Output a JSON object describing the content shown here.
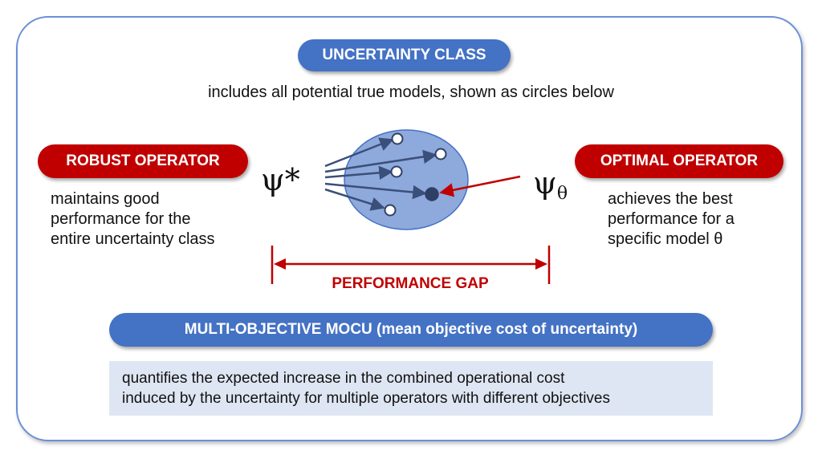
{
  "uncertainty_class": {
    "title": "UNCERTAINTY CLASS",
    "description": "includes all potential true models, shown as circles below"
  },
  "robust": {
    "title": "ROBUST OPERATOR",
    "symbol": "ψ*",
    "description_lines": [
      "maintains good",
      "performance for the",
      "entire uncertainty class"
    ]
  },
  "optimal": {
    "title": "OPTIMAL OPERATOR",
    "symbol": "ψ",
    "symbol_subscript": "θ",
    "description_lines": [
      "achieves the best",
      "performance for a",
      "specific model θ"
    ]
  },
  "gap": {
    "label": "PERFORMANCE GAP"
  },
  "mocu": {
    "title": "MULTI-OBJECTIVE MOCU (mean objective cost of uncertainty)",
    "description_lines": [
      "quantifies the expected increase in the combined operational cost",
      "induced by the uncertainty for multiple operators with different objectives"
    ]
  },
  "colors": {
    "blue": "#4472c4",
    "red": "#c00000",
    "ellipse_fill": "#8ea9db",
    "box_fill": "#dfe6f3"
  }
}
